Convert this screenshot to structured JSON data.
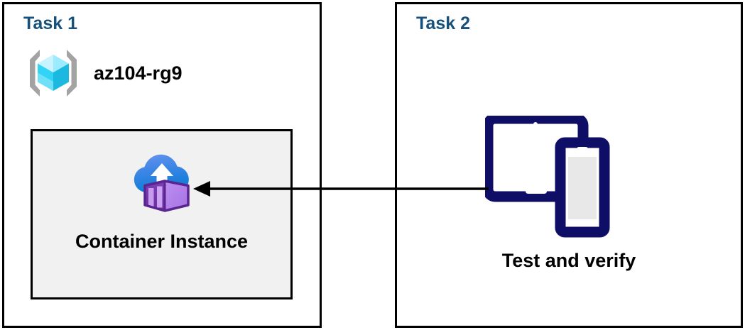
{
  "diagram": {
    "title": "Azure Container Instance task diagram",
    "background_color": "#ffffff",
    "panels": [
      {
        "id": "task1",
        "title": "Task 1",
        "title_color": "#17507B",
        "border_color": "#000000",
        "resource_group": {
          "icon": "resource-group-icon",
          "label": "az104-rg9"
        },
        "card": {
          "background_color": "#F1F1F1",
          "border_color": "#000000",
          "icon": "container-instance-icon",
          "label": "Container Instance"
        }
      },
      {
        "id": "task2",
        "title": "Task 2",
        "title_color": "#17507B",
        "border_color": "#000000",
        "device": {
          "icon": "tablet-and-phone-icon",
          "label": "Test and verify"
        }
      }
    ],
    "connector": {
      "icon": "left-arrow-icon",
      "color": "#000000",
      "from": "task2-devices",
      "to": "task1-container-instance",
      "direction": "left"
    },
    "colors": {
      "task_title": "#17507B",
      "card_fill": "#F1F1F1",
      "outline": "#000000",
      "device_navy": "#0E0E66",
      "cloud_blue_top": "#5C8DEF",
      "cloud_blue_bottom": "#1280DA",
      "container_purple_light": "#B07FE8",
      "container_purple_dark": "#6B2FA0",
      "cube_cyan": "#50E6FF",
      "bracket_gray": "#A3A3A3"
    }
  }
}
